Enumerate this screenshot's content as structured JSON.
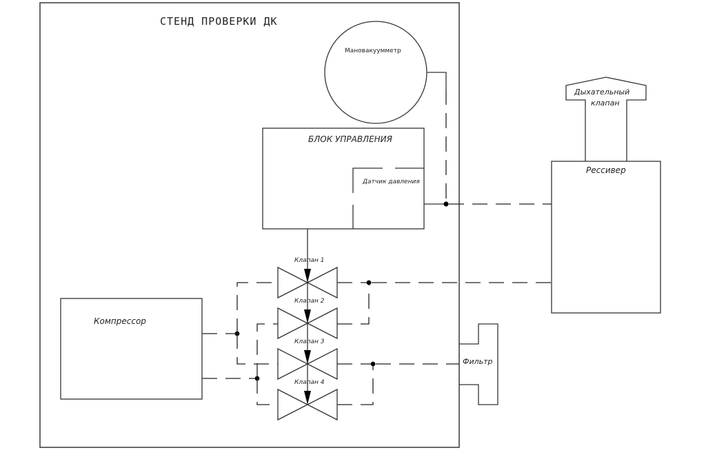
{
  "diagram": {
    "title": "СТЕНД ПРОВЕРКИ ДК",
    "components": {
      "manometer": "Мановакуумметр",
      "control_block": "БЛОК УПРАВЛЕНИЯ",
      "pressure_sensor": "Датчик давления",
      "compressor": "Компрессор",
      "filter": "Фильтр",
      "receiver": "Рессивер",
      "breather_valve_line1": "Дыхательный",
      "breather_valve_line2": "клапан"
    },
    "valves": [
      {
        "label": "Клапан 1"
      },
      {
        "label": "Клапан 2"
      },
      {
        "label": "Клапан 3"
      },
      {
        "label": "Клапан 4"
      }
    ]
  }
}
